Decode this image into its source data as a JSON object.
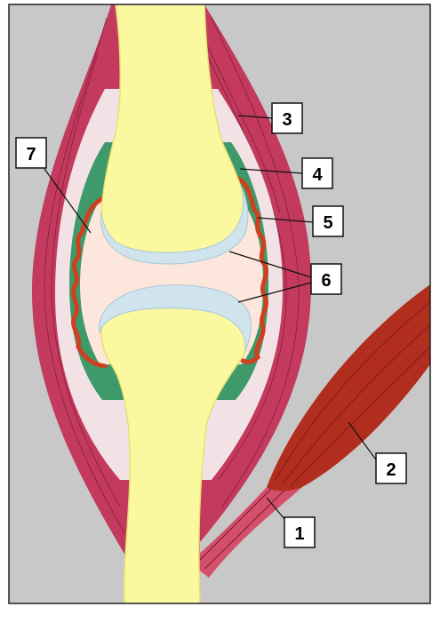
{
  "labels": {
    "l1": "1",
    "l2": "2",
    "l3": "3",
    "l4": "4",
    "l5": "5",
    "l6": "6",
    "l7": "7"
  },
  "colors": {
    "background": "#c8c8c8",
    "bone": "#fbf9a0",
    "bone_outline": "#e8e070",
    "cartilage": "#cfe4ec",
    "cavity": "#fde6dc",
    "synovial_membrane": "#d04020",
    "fibrous_layer": "#3e9a6a",
    "capsule_outer": "#f2e2e6",
    "ligament": "#c33a5e",
    "muscle": "#b12d1e",
    "tendon": "#d4506a",
    "label_box": "#ffffff",
    "label_text": "#000000"
  }
}
